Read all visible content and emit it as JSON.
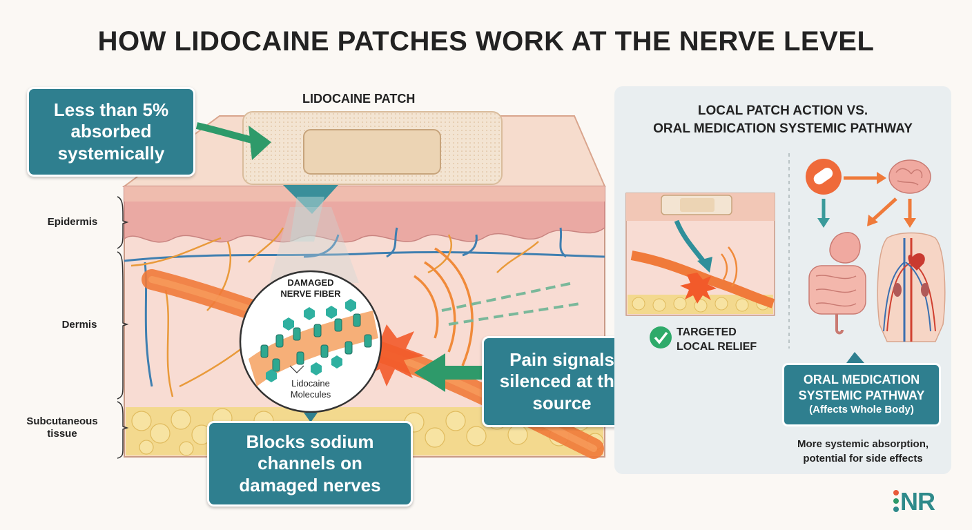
{
  "title": "HOW LIDOCAINE PATCHES WORK AT THE NERVE LEVEL",
  "patch_label": "LIDOCAINE PATCH",
  "layers": {
    "epidermis": "Epidermis",
    "dermis": "Dermis",
    "subcutaneous": "Subcutaneous tissue"
  },
  "callouts": {
    "absorbed": "Less than 5% absorbed systemically",
    "pain": "Pain signals silenced at the source",
    "blocks": "Blocks sodium channels on damaged nerves"
  },
  "zoom": {
    "title": "DAMAGED NERVE FIBER",
    "molecules": "Lidocaine Molecules"
  },
  "panel": {
    "title_line1": "LOCAL PATCH ACTION VS.",
    "title_line2": "ORAL MEDICATION SYSTEMIC PATHWAY",
    "targeted_line1": "TARGETED",
    "targeted_line2": "LOCAL RELIEF",
    "oral_line1": "ORAL MEDICATION",
    "oral_line2": "SYSTEMIC PATHWAY",
    "oral_sub": "(Affects Whole Body)",
    "note_line1": "More systemic absorption,",
    "note_line2": "potential for side effects"
  },
  "logo": "NR",
  "colors": {
    "teal": "#2f7f8f",
    "green_arrow": "#2e9a6a",
    "nerve": "#f07a3a",
    "skin": "#f2c7b6"
  }
}
